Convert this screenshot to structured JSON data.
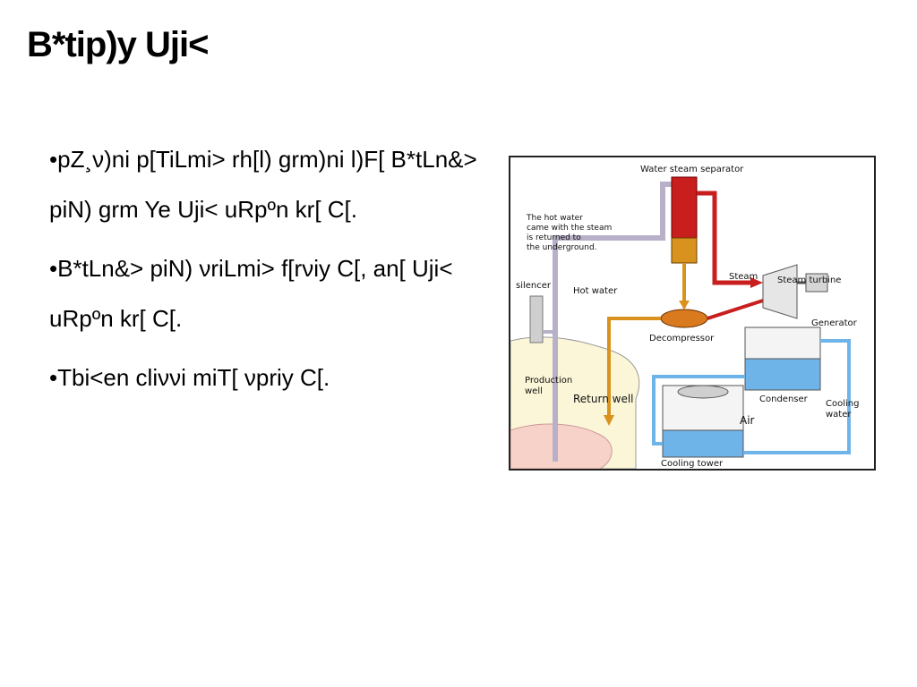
{
  "slide": {
    "title": "B*tip)y Uji<",
    "bullets": [
      "•pZ¸ν)ni p[TiLmi> rh[l) grm)ni l)F[ B*tLn&> piN) grm Ye Uji< uRpºn kr[ C[.",
      "•B*tLn&> piN) νriLmi> f[rνiy C[, an[ Uji< uRpºn kr[ C[.",
      "•Tbi<en cliννi miT[ νpriy C[."
    ]
  },
  "diagram": {
    "labels": {
      "separator": "Water steam separator",
      "hot_water_note_1": "The hot water",
      "hot_water_note_2": "came with the steam",
      "hot_water_note_3": "is returned to",
      "hot_water_note_4": "the underground.",
      "silencer": "silencer",
      "hot_water": "Hot water",
      "steam": "Steam",
      "steam_turbine": "Steam turbine",
      "generator": "Generator",
      "decompressor": "Decompressor",
      "production_well_1": "Production",
      "production_well_2": "well",
      "return_well": "Return well",
      "condenser": "Condenser",
      "cooling_water_1": "Cooling",
      "cooling_water_2": "water",
      "air": "Air",
      "cooling_tower": "Cooling tower"
    }
  }
}
